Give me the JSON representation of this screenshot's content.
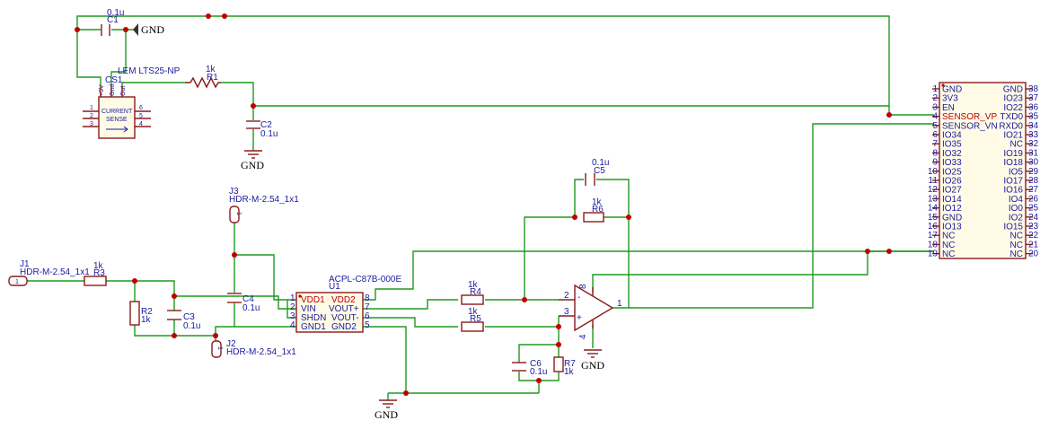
{
  "cs1": {
    "ref": "CS1",
    "value": "LEM LTS25-NP",
    "body1": "CURRENT",
    "body2": "SENSE",
    "p5v": "+5V",
    "pgnd": "Gnd",
    "pout": "Out",
    "pins": [
      "1",
      "2",
      "3",
      "6",
      "5",
      "4"
    ]
  },
  "c1": {
    "ref": "C1",
    "value": "0.1u"
  },
  "r1": {
    "ref": "R1",
    "value": "1k"
  },
  "c2": {
    "ref": "C2",
    "value": "0.1u"
  },
  "gnd": "GND",
  "j1": {
    "ref": "J1",
    "value": "HDR-M-2.54_1x1",
    "pin": "1"
  },
  "j2": {
    "ref": "J2",
    "value": "HDR-M-2.54_1x1",
    "pin": "1"
  },
  "j3": {
    "ref": "J3",
    "value": "HDR-M-2.54_1x1",
    "pin": "1"
  },
  "r3": {
    "ref": "R3",
    "value": "1k"
  },
  "r2": {
    "ref": "R2",
    "value": "1k"
  },
  "c3": {
    "ref": "C3",
    "value": "0.1u"
  },
  "c4": {
    "ref": "C4",
    "value": "0.1u"
  },
  "u1": {
    "ref": "U1",
    "value": "ACPL-C87B-000E",
    "left": [
      {
        "n": "1",
        "l": "VDD1"
      },
      {
        "n": "2",
        "l": "VIN"
      },
      {
        "n": "3",
        "l": "SHDN"
      },
      {
        "n": "4",
        "l": "GND1"
      }
    ],
    "right": [
      {
        "n": "8",
        "l": "VDD2"
      },
      {
        "n": "7",
        "l": "VOUT+"
      },
      {
        "n": "6",
        "l": "VOUT-"
      },
      {
        "n": "5",
        "l": "GND2"
      }
    ]
  },
  "r4": {
    "ref": "R4",
    "value": "1k"
  },
  "r5": {
    "ref": "R5",
    "value": "1k"
  },
  "r6": {
    "ref": "R6",
    "value": "1k"
  },
  "r7": {
    "ref": "R7",
    "value": "1k"
  },
  "c5": {
    "ref": "C5",
    "value": "0.1u"
  },
  "c6": {
    "ref": "C6",
    "value": "0.1u"
  },
  "opamp": {
    "minus": "-",
    "plus": "+",
    "pins": [
      "2",
      "3",
      "1",
      "8",
      "4"
    ]
  },
  "esp": {
    "left": [
      {
        "n": "1",
        "l": "GND"
      },
      {
        "n": "2",
        "l": "3V3"
      },
      {
        "n": "3",
        "l": "EN"
      },
      {
        "n": "4",
        "l": "SENSOR_VP"
      },
      {
        "n": "5",
        "l": "SENSOR_VN"
      },
      {
        "n": "6",
        "l": "IO34"
      },
      {
        "n": "7",
        "l": "IO35"
      },
      {
        "n": "8",
        "l": "IO32"
      },
      {
        "n": "9",
        "l": "IO33"
      },
      {
        "n": "10",
        "l": "IO25"
      },
      {
        "n": "11",
        "l": "IO26"
      },
      {
        "n": "12",
        "l": "IO27"
      },
      {
        "n": "13",
        "l": "IO14"
      },
      {
        "n": "14",
        "l": "IO12"
      },
      {
        "n": "15",
        "l": "GND"
      },
      {
        "n": "16",
        "l": "IO13"
      },
      {
        "n": "17",
        "l": "NC"
      },
      {
        "n": "18",
        "l": "NC"
      },
      {
        "n": "19",
        "l": "NC"
      }
    ],
    "right": [
      {
        "n": "38",
        "l": "GND"
      },
      {
        "n": "37",
        "l": "IO23"
      },
      {
        "n": "36",
        "l": "IO22"
      },
      {
        "n": "35",
        "l": "TXD0"
      },
      {
        "n": "34",
        "l": "RXD0"
      },
      {
        "n": "33",
        "l": "IO21"
      },
      {
        "n": "32",
        "l": "NC"
      },
      {
        "n": "31",
        "l": "IO19"
      },
      {
        "n": "30",
        "l": "IO18"
      },
      {
        "n": "29",
        "l": "IO5"
      },
      {
        "n": "28",
        "l": "IO17"
      },
      {
        "n": "27",
        "l": "IO16"
      },
      {
        "n": "26",
        "l": "IO4"
      },
      {
        "n": "25",
        "l": "IO0"
      },
      {
        "n": "24",
        "l": "IO2"
      },
      {
        "n": "23",
        "l": "IO15"
      },
      {
        "n": "22",
        "l": "NC"
      },
      {
        "n": "21",
        "l": "NC"
      },
      {
        "n": "20",
        "l": "NC"
      }
    ]
  },
  "colors": {
    "wire": "#1f9a1f",
    "component": "#8b1a1a",
    "label": "#1a1aa0",
    "highlight": "#c00000"
  }
}
